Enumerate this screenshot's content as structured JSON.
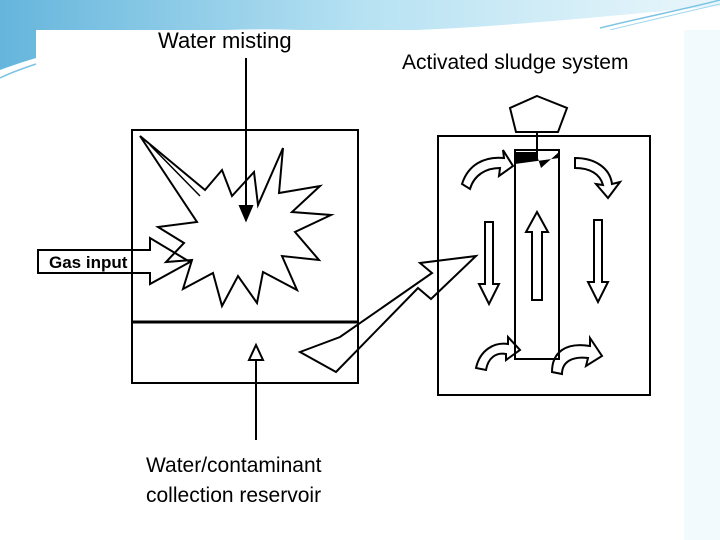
{
  "diagram": {
    "labels": {
      "water_misting": "Water misting",
      "activated_sludge": "Activated sludge system",
      "gas_input": "Gas input",
      "reservoir_line1": "Water/contaminant",
      "reservoir_line2": "collection reservoir"
    },
    "colors": {
      "slide_accent": "#5bb7dc",
      "line": "#000000",
      "background": "#ffffff"
    }
  }
}
